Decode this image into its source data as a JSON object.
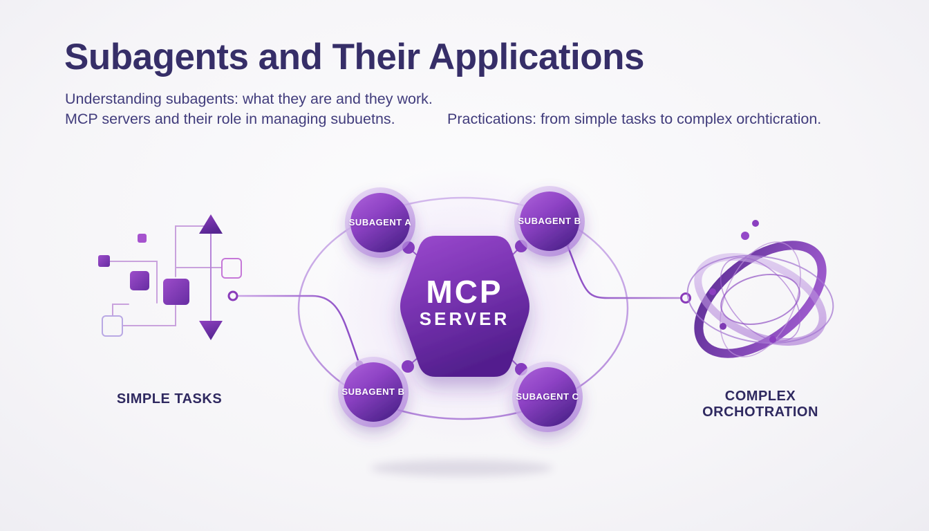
{
  "page": {
    "title": "Subagents and Their Applications"
  },
  "subtitle": {
    "line1": "Understanding subagents: what they are and they work.",
    "line2": "MCP servers and their role in managing subuetns.",
    "right": "Practications: from simple tasks to complex orchticration."
  },
  "diagram": {
    "hexagon": {
      "line1": "MCP",
      "line2": "SERVER"
    },
    "subagents": [
      {
        "position": "top-left",
        "label": "SUBAGENT A"
      },
      {
        "position": "top-right",
        "label": "SUBAGENT B"
      },
      {
        "position": "bottom-left",
        "label": "SUBAGENT B"
      },
      {
        "position": "bottom-right",
        "label": "SUBAGENT C"
      }
    ]
  },
  "captions": {
    "left": "SIMPLE TASKS",
    "right": {
      "line1": "COMPLEX",
      "line2": "ORCHOTRATION"
    }
  },
  "palette": {
    "title_text": "#362e68",
    "subtitle_text": "#413c7c",
    "caption_text": "#2f2960",
    "purple_dark": "#531f8e",
    "purple_mid": "#8a3fc2",
    "purple_light": "#c49fe2",
    "bubble_label_text": "#ffffff",
    "background": "#f6f5f8"
  }
}
